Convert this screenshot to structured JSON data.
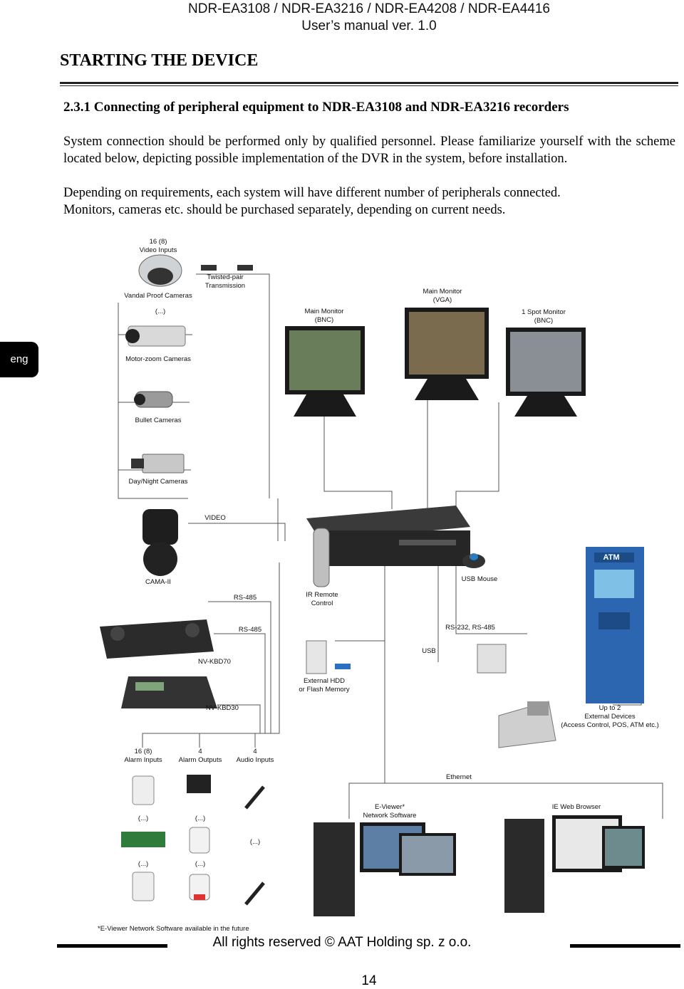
{
  "header": {
    "models": "NDR-EA3108 / NDR-EA3216 / NDR-EA4208 / NDR-EA4416",
    "manual": "User’s manual ver. 1.0"
  },
  "section_title": "STARTING THE DEVICE",
  "subsection_title": "2.3.1 Connecting of peripheral equipment to NDR-EA3108 and NDR-EA3216 recorders",
  "paragraphs": [
    "System connection should be performed only by qualified personnel. Please familiarize yourself with the scheme located below, depicting possible implementation of the DVR in the system, before installation.",
    "Depending on requirements, each system will have different number of peripherals connected.",
    "Monitors, cameras etc. should be purchased separately, depending on current needs."
  ],
  "side_tab": "eng",
  "diagram": {
    "video_inputs_count": "16 (8)",
    "video_inputs": "Video Inputs",
    "twisted_pair_1": "Twisted-pair",
    "twisted_pair_2": "Transmission",
    "vandal_cams": "Vandal Proof Cameras",
    "ellipsis": "(...)",
    "motor_zoom": "Motor-zoom Cameras",
    "bullet": "Bullet Cameras",
    "day_night": "Day/Night Cameras",
    "main_vga_1": "Main Monitor",
    "main_vga_2": "(VGA)",
    "main_bnc_1": "Main Monitor",
    "main_bnc_2": "(BNC)",
    "spot_1": "1 Spot Monitor",
    "spot_2": "(BNC)",
    "video": "VIDEO",
    "cama": "CAMA-II",
    "rs485_a": "RS-485",
    "rs485_b": "RS-485",
    "ir_1": "IR Remote",
    "ir_2": "Control",
    "usb_mouse": "USB Mouse",
    "rs232": "RS-232, RS-485",
    "usb": "USB",
    "kbd70": "NV-KBD70",
    "kbd30": "NV-KBD30",
    "hdd_1": "External HDD",
    "hdd_2": "or Flash Memory",
    "ext_1": "Up to 2",
    "ext_2": "External Devices",
    "ext_3": "(Access Control, POS, ATM etc.)",
    "alarm_in_count": "16 (8)",
    "alarm_in": "Alarm Inputs",
    "alarm_out_count": "4",
    "alarm_out": "Alarm Outputs",
    "audio_count": "4",
    "audio_in": "Audio Inputs",
    "ethernet": "Ethernet",
    "eviewer_1": "E-Viewer*",
    "eviewer_2": "Network Software",
    "ie": "IE Web Browser",
    "atm": "ATM",
    "footnote": "*E-Viewer Network Software available in the future"
  },
  "footer": "All rights reserved © AAT Holding sp. z o.o.",
  "page_number": "14"
}
